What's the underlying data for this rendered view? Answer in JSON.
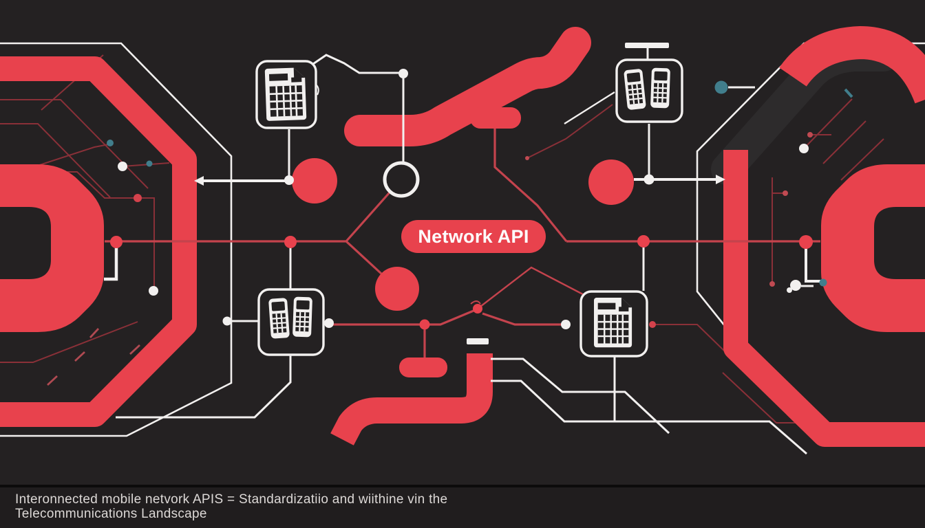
{
  "main": {
    "node_label": "Network API"
  },
  "caption": {
    "line1": "Interonnected mobile netvork  APIS = Standardizatiio and wiithine vin the",
    "line2": "Telecommunications Landscape"
  },
  "colors": {
    "background": "#242122",
    "accent_red": "#e8424d",
    "line_red": "#c4434d",
    "trace_red": "#8a3038",
    "line_white": "#f2f0ef",
    "teal": "#417e8c",
    "gray_band": "#2d2b2c",
    "caption_bg": "#201d1e",
    "caption_text": "#ddd9d7"
  },
  "icons": {
    "top_left": "sim-keypad-device-icon",
    "top_right": "dual-phone-device-icon",
    "mid_left": "dual-phone-device-icon",
    "mid_right": "sim-keypad-device-icon",
    "center": "network-api-node"
  }
}
